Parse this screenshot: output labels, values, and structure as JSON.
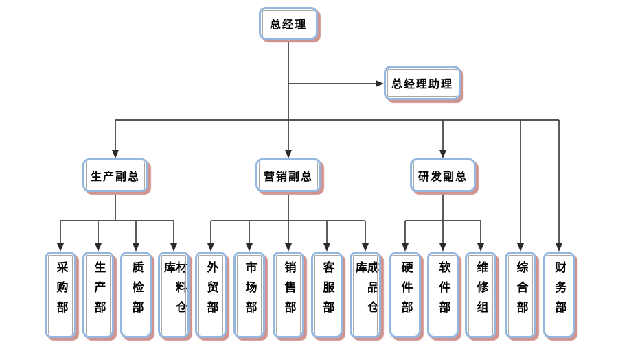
{
  "org": {
    "root": {
      "label": "总经理"
    },
    "assistant": {
      "label": "总经理助理"
    },
    "vps": [
      {
        "label": "生产副总"
      },
      {
        "label": "营销副总"
      },
      {
        "label": "研发副总"
      }
    ],
    "departments": [
      {
        "label": "采购部"
      },
      {
        "label": "生产部"
      },
      {
        "label": "质检部"
      },
      {
        "label": "材料仓库"
      },
      {
        "label": "外贸部"
      },
      {
        "label": "市场部"
      },
      {
        "label": "销售部"
      },
      {
        "label": "客服部"
      },
      {
        "label": "成品仓库"
      },
      {
        "label": "硬件部"
      },
      {
        "label": "软件部"
      },
      {
        "label": "维修组"
      },
      {
        "label": "综合部"
      },
      {
        "label": "财务部"
      }
    ],
    "colors": {
      "box_border": "#94b7e0",
      "box_inner_border": "#a9a9a9",
      "box_shadow": "#d09390",
      "connector": "#3f3f3f",
      "background": "#ffffff",
      "text": "#000000"
    }
  }
}
